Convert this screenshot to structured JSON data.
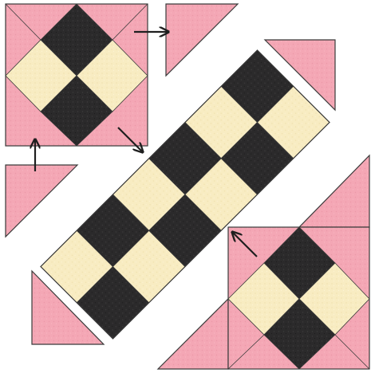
{
  "diagram": {
    "description_visible_text": "",
    "colors": {
      "background": "#ffffff",
      "pink": "#f4a7b5",
      "pink_dark": "#e98d9e",
      "cream": "#f8ecc2",
      "black": "#2b2a2b",
      "outline": "#3a3a3a",
      "arrow": "#1f1f1f"
    },
    "pieces": [
      {
        "name": "top-left-corner-square",
        "kind": "nine-patch-corner"
      },
      {
        "name": "top-right-loose-triangle",
        "kind": "triangle"
      },
      {
        "name": "left-loose-triangle",
        "kind": "triangle"
      },
      {
        "name": "center-diagonal-strip",
        "kind": "checkerboard-strip",
        "rows": 2,
        "cols": 6
      },
      {
        "name": "upper-right-loose-triangle",
        "kind": "triangle"
      },
      {
        "name": "bottom-left-loose-triangle",
        "kind": "triangle"
      },
      {
        "name": "bottom-right-corner-square",
        "kind": "nine-patch-corner"
      }
    ],
    "arrows": [
      {
        "name": "arrow-right-to-top-triangle",
        "direction": "right"
      },
      {
        "name": "arrow-up-to-corner",
        "direction": "up"
      },
      {
        "name": "arrow-down-right-to-strip",
        "direction": "down-right"
      },
      {
        "name": "arrow-up-left-to-strip",
        "direction": "up-left"
      }
    ]
  }
}
